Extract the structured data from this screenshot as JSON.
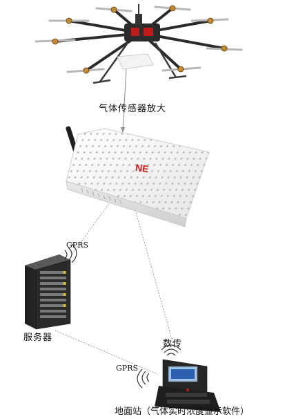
{
  "labels": {
    "sensor_zoom": "气体传感器放大",
    "gprs_server": "GPRS",
    "server": "服务器",
    "radio": "数传",
    "gprs_ground": "GPRS",
    "ground_station": "地面站（气体实时浓度显示软件）"
  },
  "brand_mark": "NE",
  "colors": {
    "device_body": "#f4f4f4",
    "brand_red": "#d81e1e",
    "link_line": "#9a9a9a",
    "server_dark": "#2b2b2b",
    "case_dark": "#1e1e1e"
  }
}
